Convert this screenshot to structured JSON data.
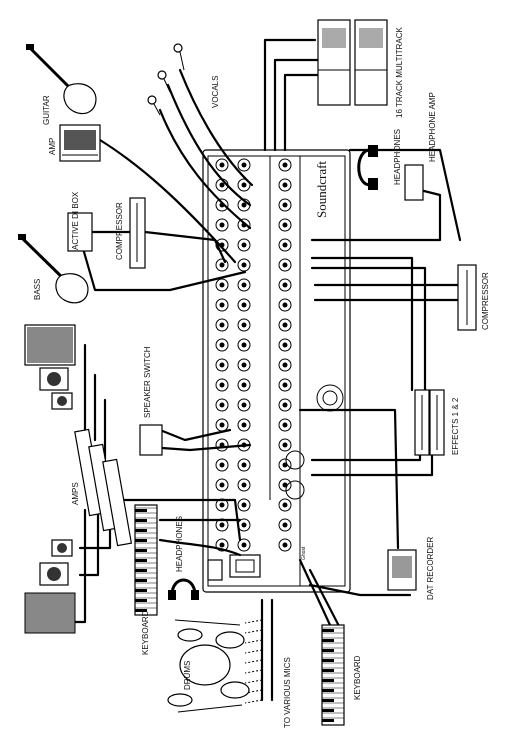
{
  "labels": {
    "vocals": "VOCALS",
    "multitrack": "16 TRACK MULTITRACK",
    "headphones_top": "HEADPHONES",
    "headphone_amp": "HEADPHONE AMP",
    "guitar": "GUITAR",
    "amp": "AMP",
    "compressor_left": "COMPRESSOR",
    "active_di_box": "ACTIVE DI BOX",
    "bass": "BASS",
    "compressor_right": "COMPRESSOR",
    "speaker_switch": "SPEAKER SWITCH",
    "amps": "AMPS",
    "effects": "EFFECTS 1 & 2",
    "headphones_bottom": "HEADPHONES",
    "keyboard_left": "KEYBOARD",
    "dat_recorder": "DAT RECORDER",
    "drums": "DRUMS",
    "to_various_mics": "TO VARIOUS MICS",
    "keyboard_right": "KEYBOARD"
  },
  "mixer": {
    "brand": "Soundcraft",
    "badge": "Ghost"
  }
}
